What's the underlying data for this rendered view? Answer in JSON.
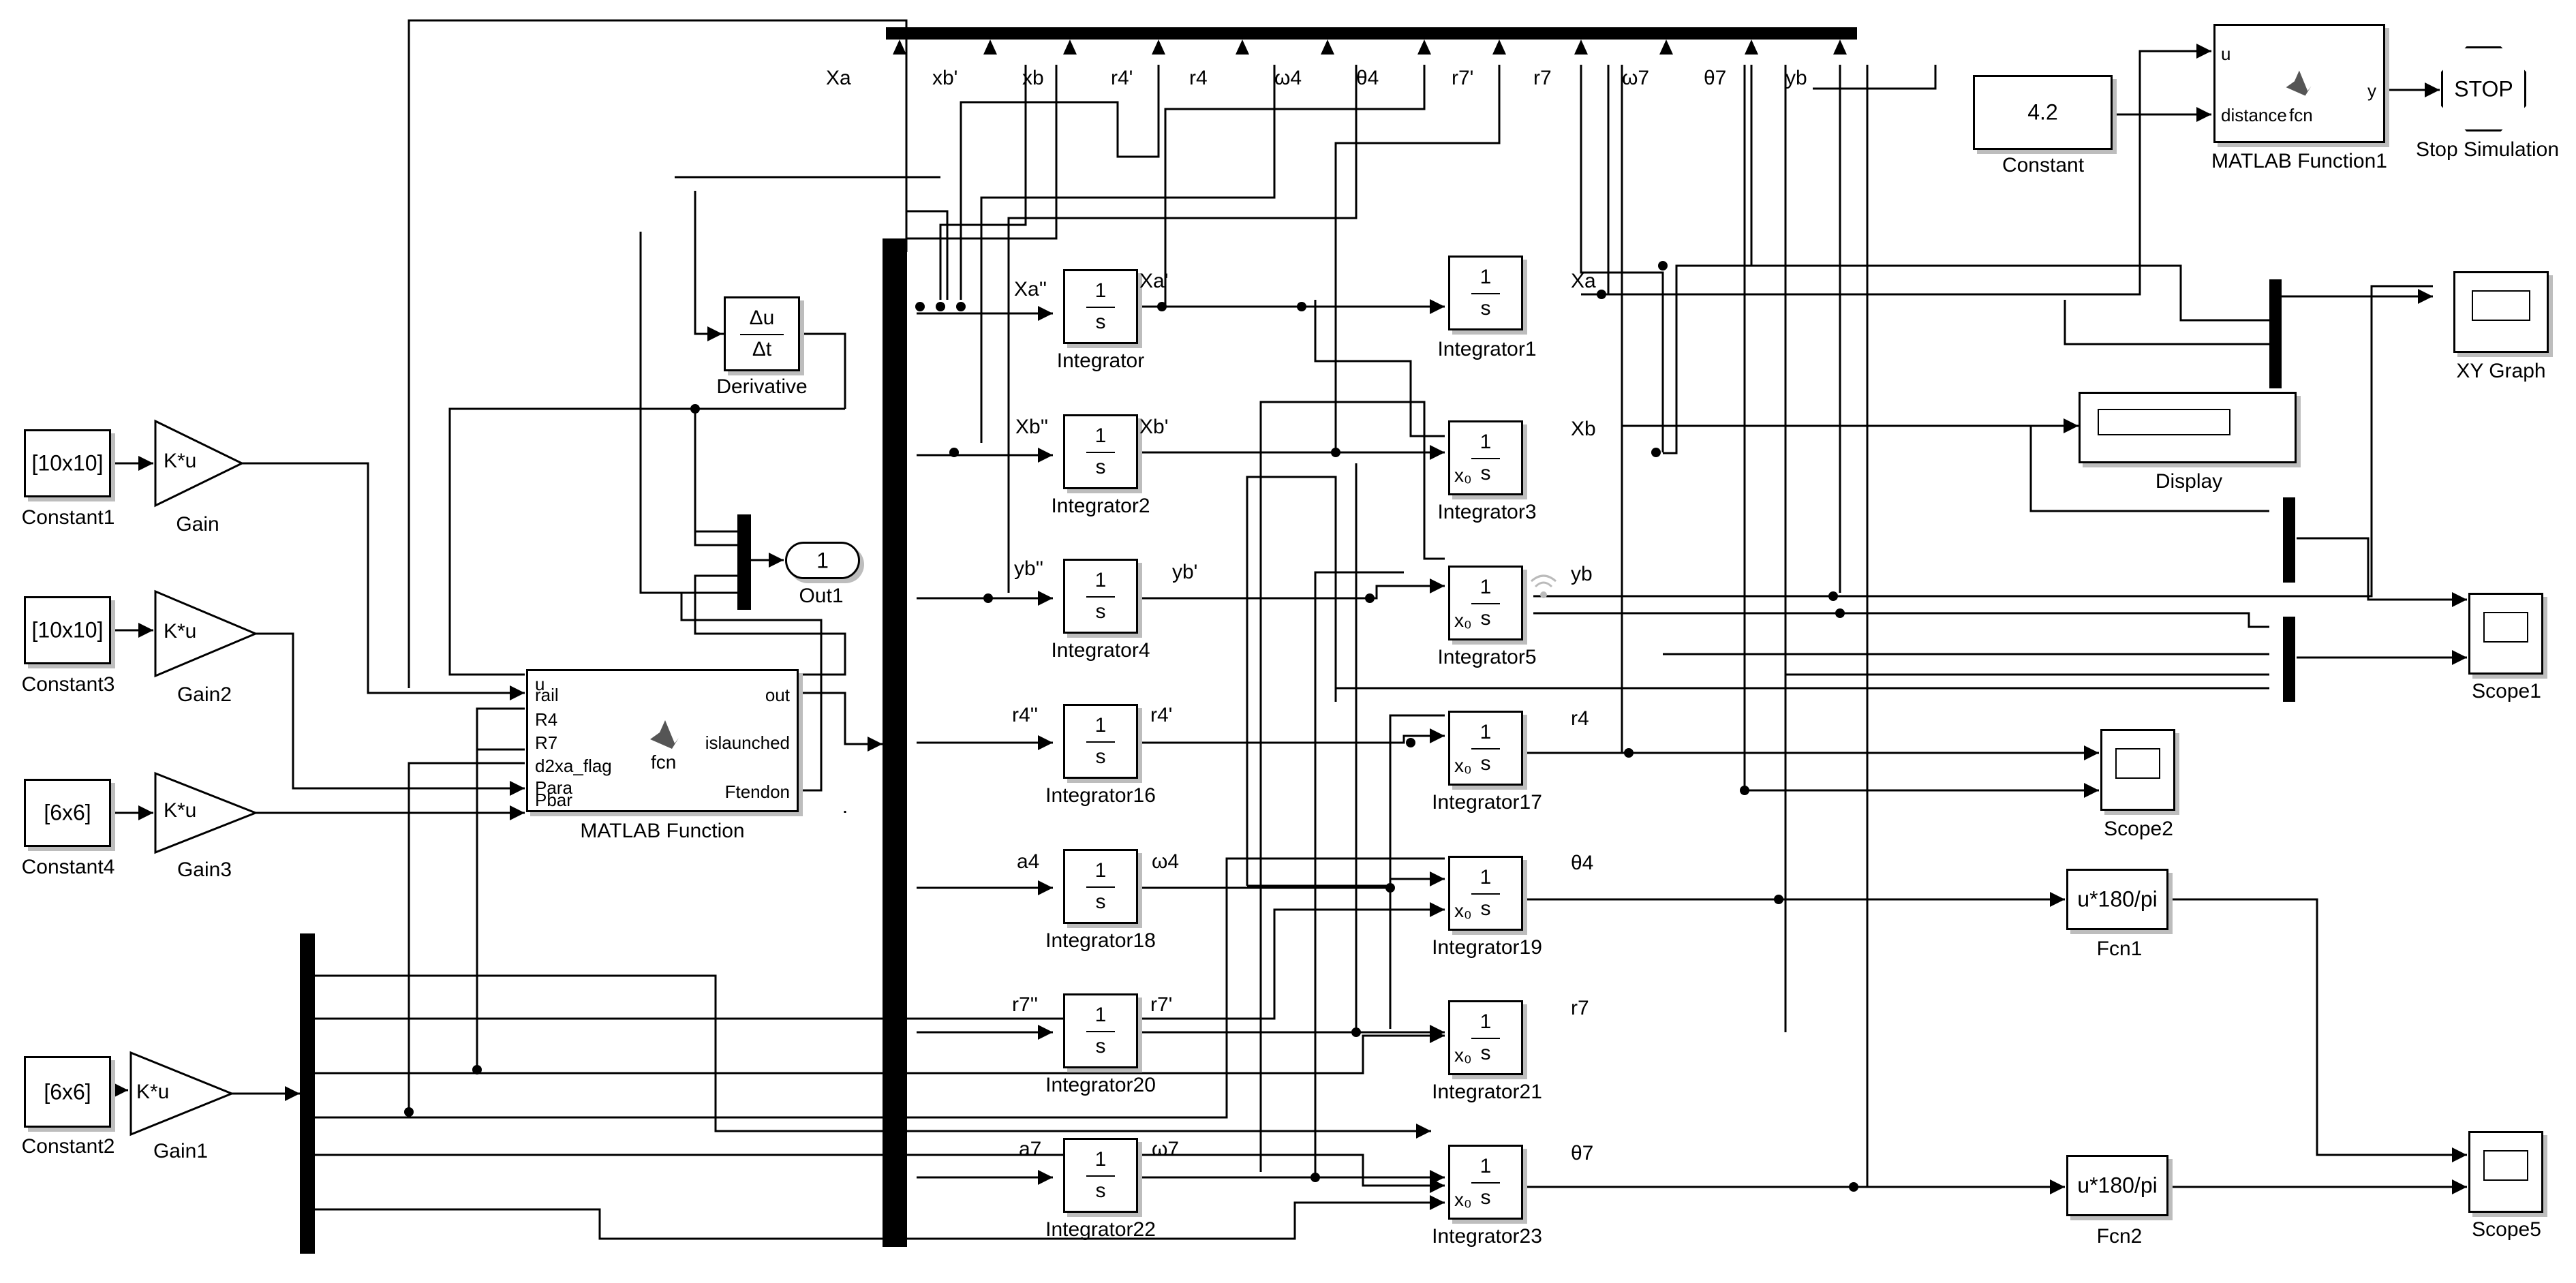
{
  "top_bus_labels": {
    "xa": "Xa",
    "xbp": "xb'",
    "xb": "xb",
    "r4p": "r4'",
    "r4": "r4",
    "w4": "ω4",
    "t4": "θ4",
    "r7p": "r7'",
    "r7": "r7",
    "w7": "ω7",
    "t7": "θ7",
    "yb": "yb"
  },
  "blocks": {
    "constant1": {
      "value": "[10x10]",
      "caption": "Constant1"
    },
    "constant3": {
      "value": "[10x10]",
      "caption": "Constant3"
    },
    "constant4": {
      "value": "[6x6]",
      "caption": "Constant4"
    },
    "constant2": {
      "value": "[6x6]",
      "caption": "Constant2"
    },
    "constant": {
      "value": "4.2",
      "caption": "Constant"
    },
    "gain": {
      "text": "K*u",
      "caption": "Gain"
    },
    "gain2": {
      "text": "K*u",
      "caption": "Gain2"
    },
    "gain3": {
      "text": "K*u",
      "caption": "Gain3"
    },
    "gain1": {
      "text": "K*u",
      "caption": "Gain1"
    },
    "derivative": {
      "num": "Δu",
      "den": "Δt",
      "caption": "Derivative"
    },
    "out1": {
      "text": "1",
      "caption": "Out1"
    },
    "matlab_function": {
      "caption": "MATLAB Function",
      "center": "fcn",
      "inputs": [
        "u",
        "rail",
        "R4",
        "R7",
        "d2xa_flag",
        "Para",
        "Pbar"
      ],
      "outputs": [
        "out",
        "islaunched",
        "Ftendon"
      ]
    },
    "matlab_function1": {
      "caption": "MATLAB Function1",
      "in1": "u",
      "in2": "distance",
      "center": "fcn",
      "out": "y"
    },
    "stop": {
      "text": "STOP",
      "caption": "Stop Simulation"
    },
    "xy_graph": {
      "caption": "XY Graph"
    },
    "display": {
      "caption": "Display"
    },
    "scope1": {
      "caption": "Scope1"
    },
    "scope2": {
      "caption": "Scope2"
    },
    "scope5": {
      "caption": "Scope5"
    },
    "fcn1": {
      "text": "u*180/pi",
      "caption": "Fcn1"
    },
    "fcn2": {
      "text": "u*180/pi",
      "caption": "Fcn2"
    },
    "integrator_num": "1",
    "integrator_den": "s",
    "x0": "x₀",
    "integrator": {
      "caption": "Integrator",
      "in": "Xa''",
      "out": "Xa'"
    },
    "integrator1": {
      "caption": "Integrator1",
      "out": "Xa"
    },
    "integrator2": {
      "caption": "Integrator2",
      "in": "Xb''",
      "out": "Xb'"
    },
    "integrator3": {
      "caption": "Integrator3",
      "out": "Xb"
    },
    "integrator4": {
      "caption": "Integrator4",
      "in": "yb''",
      "out": "yb'"
    },
    "integrator5": {
      "caption": "Integrator5",
      "out": "yb"
    },
    "integrator16": {
      "caption": "Integrator16",
      "in": "r4''",
      "out": "r4'"
    },
    "integrator17": {
      "caption": "Integrator17",
      "out": "r4"
    },
    "integrator18": {
      "caption": "Integrator18",
      "in": "a4",
      "out": "ω4"
    },
    "integrator19": {
      "caption": "Integrator19",
      "out": "θ4"
    },
    "integrator20": {
      "caption": "Integrator20",
      "in": "r7''",
      "out": "r7'"
    },
    "integrator21": {
      "caption": "Integrator21",
      "out": "r7"
    },
    "integrator22": {
      "caption": "Integrator22",
      "in": "a7",
      "out": "ω7"
    },
    "integrator23": {
      "caption": "Integrator23",
      "out": "θ7"
    }
  }
}
